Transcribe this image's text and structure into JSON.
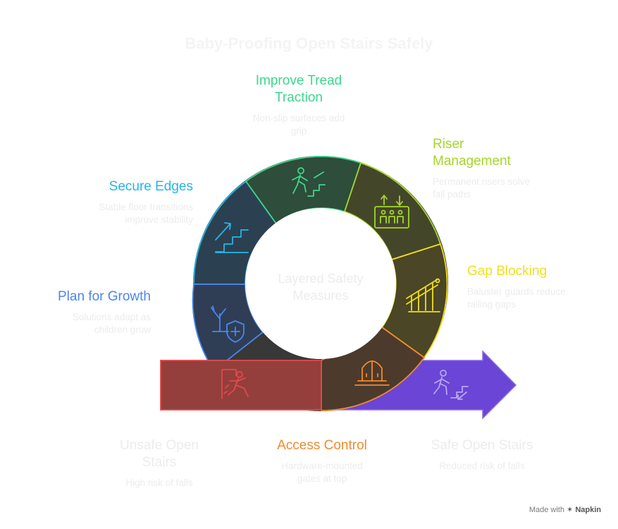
{
  "title": "Baby-Proofing Open Stairs Safely",
  "center": {
    "line1": "Layered Safety",
    "line2": "Measures"
  },
  "segments": [
    {
      "id": "improve-tread-traction",
      "title_line1": "Improve Tread",
      "title_line2": "Traction",
      "desc_line1": "Non-slip surfaces add",
      "desc_line2": "grip",
      "color": "#3dd68c",
      "icon": "person-climbing-stairs-icon"
    },
    {
      "id": "riser-management",
      "title_line1": "Riser",
      "title_line2": "Management",
      "desc_line1": "Permanent risers solve",
      "desc_line2": "fall paths",
      "color": "#a5d62b",
      "icon": "elevator-panel-icon"
    },
    {
      "id": "gap-blocking",
      "title_line1": "Gap Blocking",
      "desc_line1": "Baluster guards reduce",
      "desc_line2": "railing gaps",
      "color": "#f2df1a",
      "icon": "railing-stairs-icon"
    },
    {
      "id": "access-control",
      "title_line1": "Access Control",
      "desc_line1": "Hardware-mounted",
      "desc_line2": "gates at top",
      "color": "#f28a2b",
      "icon": "gate-icon"
    },
    {
      "id": "plan-for-growth",
      "title_line1": "Plan for Growth",
      "desc_line1": "Solutions adapt as",
      "desc_line2": "children grow",
      "color": "#4a86f0",
      "icon": "growth-shield-icon"
    },
    {
      "id": "secure-edges",
      "title_line1": "Secure Edges",
      "desc_line1": "Stable floor transitions",
      "desc_line2": "improve stability",
      "color": "#27b4e8",
      "icon": "stairs-up-arrow-icon"
    }
  ],
  "start": {
    "title_line1": "Unsafe Open",
    "title_line2": "Stairs",
    "desc": "High risk of falls",
    "color": "#e04a4a",
    "icon": "falling-person-icon"
  },
  "end": {
    "title": "Safe Open Stairs",
    "desc": "Reduced risk of falls",
    "color": "#6b45d6",
    "icon": "person-descending-stairs-icon"
  },
  "footer": {
    "made_with": "Made with",
    "brand": "Napkin"
  }
}
